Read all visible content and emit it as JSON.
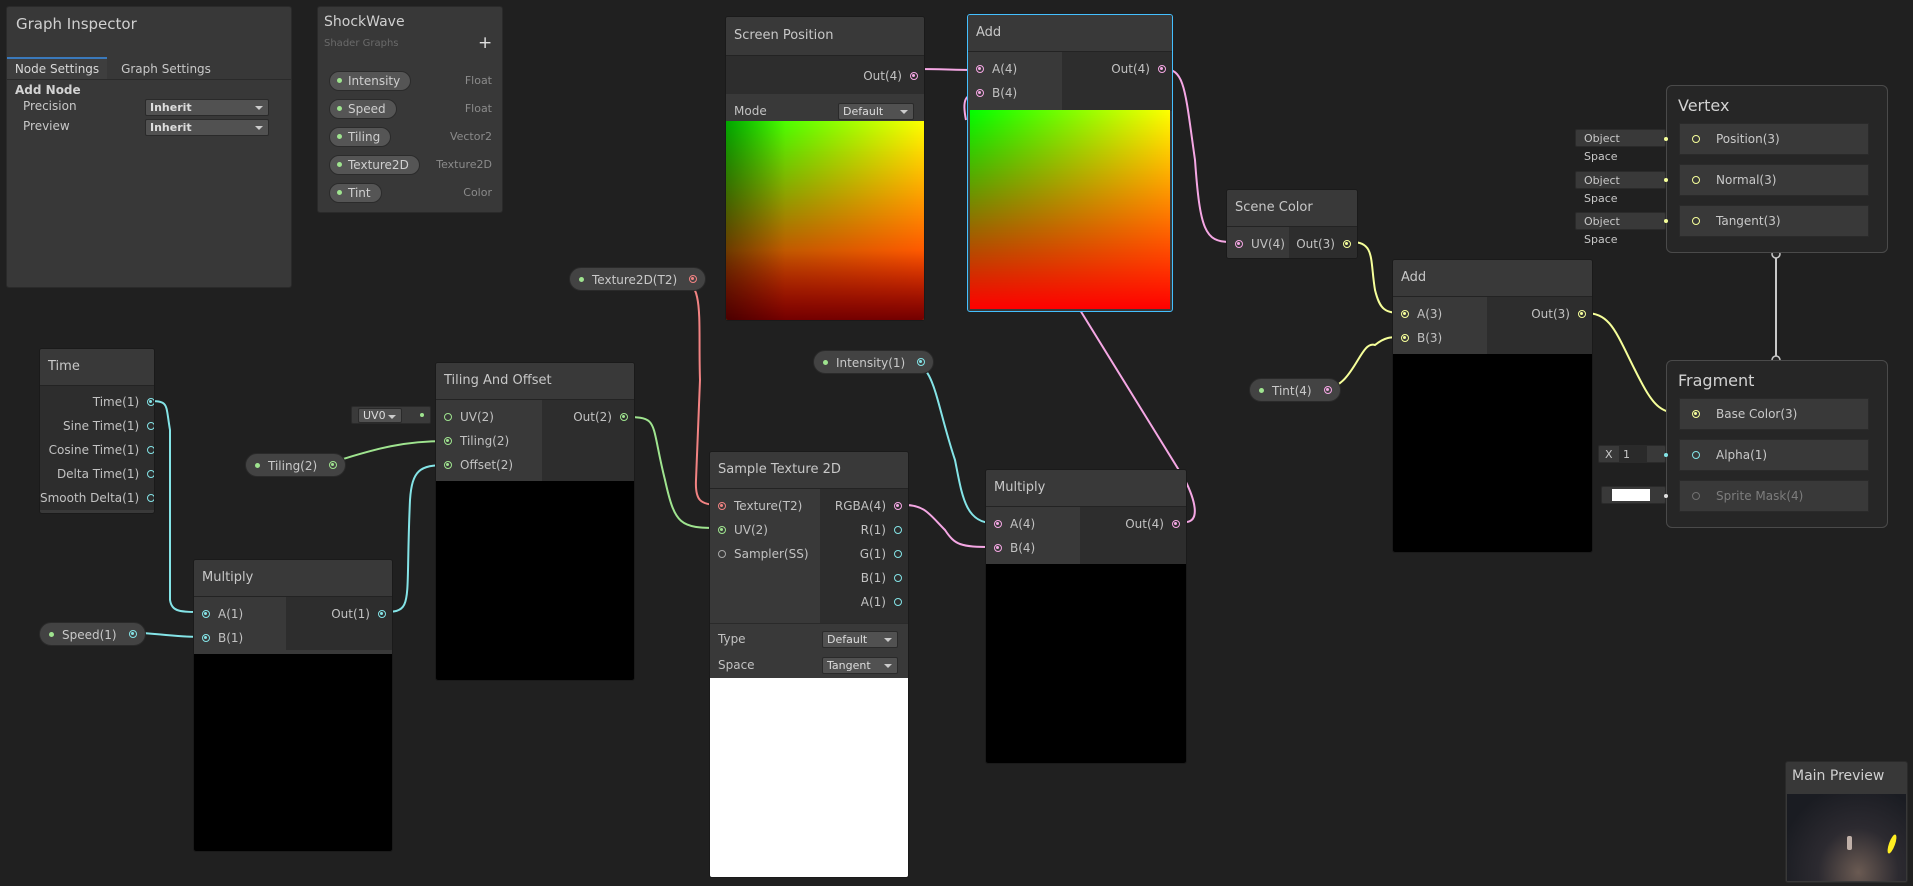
{
  "colors": {
    "float": "#84e4e7",
    "vector2": "#9fe48f",
    "vector4": "#f5a7e4",
    "vector3": "#f6ff9a",
    "texture": "#f28383",
    "selection": "#44c0ff"
  },
  "inspector": {
    "title": "Graph Inspector",
    "tabs": [
      "Node Settings",
      "Graph Settings"
    ],
    "section": "Add Node",
    "rows": [
      {
        "label": "Precision",
        "value": "Inherit"
      },
      {
        "label": "Preview",
        "value": "Inherit"
      }
    ]
  },
  "blackboard": {
    "title": "ShockWave",
    "subtitle": "Shader Graphs",
    "add_symbol": "+",
    "items": [
      {
        "name": "Intensity",
        "type": "Float"
      },
      {
        "name": "Speed",
        "type": "Float"
      },
      {
        "name": "Tiling",
        "type": "Vector2"
      },
      {
        "name": "Texture2D",
        "type": "Texture2D"
      },
      {
        "name": "Tint",
        "type": "Color"
      }
    ]
  },
  "nodes": {
    "time": {
      "title": "Time",
      "outputs": [
        "Time(1)",
        "Sine Time(1)",
        "Cosine Time(1)",
        "Delta Time(1)",
        "Smooth Delta(1)"
      ]
    },
    "multiply1": {
      "title": "Multiply",
      "inputs": [
        "A(1)",
        "B(1)"
      ],
      "output": "Out(1)"
    },
    "tiling_offset": {
      "title": "Tiling And Offset",
      "inputs": [
        "UV(2)",
        "Tiling(2)",
        "Offset(2)"
      ],
      "output": "Out(2)",
      "uv_default": "UV0"
    },
    "screen_position": {
      "title": "Screen Position",
      "output": "Out(4)",
      "mode_label": "Mode",
      "mode_value": "Default"
    },
    "add1": {
      "title": "Add",
      "inputs": [
        "A(4)",
        "B(4)"
      ],
      "output": "Out(4)"
    },
    "sample_texture": {
      "title": "Sample Texture 2D",
      "inputs": [
        "Texture(T2)",
        "UV(2)",
        "Sampler(SS)"
      ],
      "outputs": [
        "RGBA(4)",
        "R(1)",
        "G(1)",
        "B(1)",
        "A(1)"
      ],
      "type_label": "Type",
      "type_value": "Default",
      "space_label": "Space",
      "space_value": "Tangent"
    },
    "multiply2": {
      "title": "Multiply",
      "inputs": [
        "A(4)",
        "B(4)"
      ],
      "output": "Out(4)"
    },
    "scene_color": {
      "title": "Scene Color",
      "input": "UV(4)",
      "output": "Out(3)"
    },
    "add2": {
      "title": "Add",
      "inputs": [
        "A(3)",
        "B(3)"
      ],
      "output": "Out(3)"
    }
  },
  "properties": {
    "texture2d": "Texture2D(T2)",
    "intensity": "Intensity(1)",
    "tiling": "Tiling(2)",
    "speed": "Speed(1)",
    "tint": "Tint(4)"
  },
  "vertex": {
    "title": "Vertex",
    "blocks": [
      {
        "label": "Position(3)",
        "space": "Object Space"
      },
      {
        "label": "Normal(3)",
        "space": "Object Space"
      },
      {
        "label": "Tangent(3)",
        "space": "Object Space"
      }
    ]
  },
  "fragment": {
    "title": "Fragment",
    "blocks": [
      "Base Color(3)",
      "Alpha(1)",
      "Sprite Mask(4)"
    ],
    "alpha_axis": "X",
    "alpha_value": "1"
  },
  "main_preview": {
    "title": "Main Preview"
  }
}
